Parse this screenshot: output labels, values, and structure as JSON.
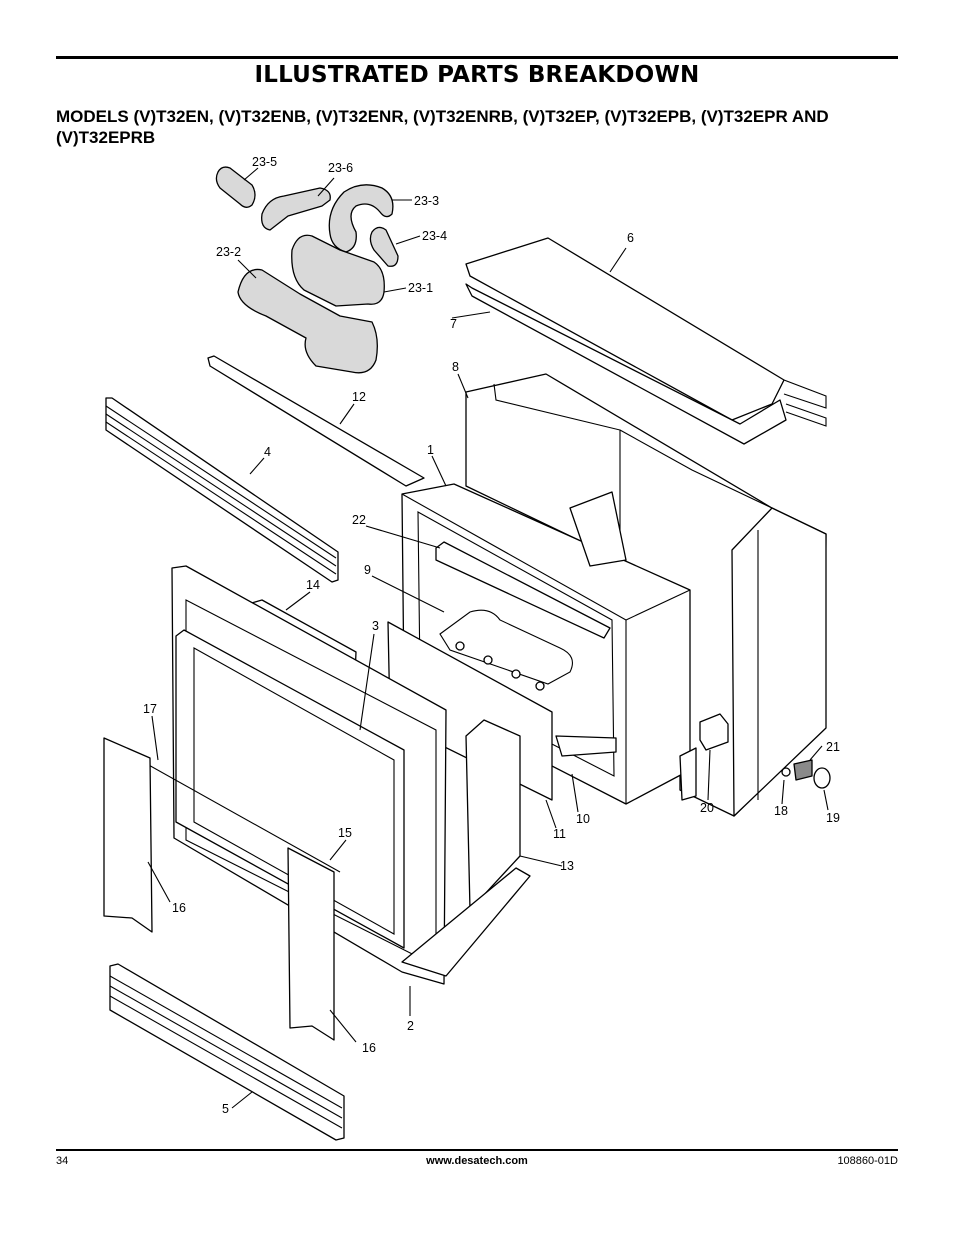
{
  "page": {
    "title": "ILLUSTRATED PARTS BREAKDOWN",
    "subtitle": "MODELS (V)T32EN, (V)T32ENB, (V)T32ENR, (V)T32ENRB, (V)T32EP, (V)T32EPB, (V)T32EPR AND (V)T32EPRB"
  },
  "diagram": {
    "callouts": [
      "23-5",
      "23-6",
      "23-3",
      "23-4",
      "23-2",
      "23-1",
      "6",
      "7",
      "8",
      "12",
      "4",
      "1",
      "22",
      "9",
      "14",
      "3",
      "17",
      "15",
      "16",
      "16",
      "2",
      "5",
      "11",
      "10",
      "13",
      "20",
      "18",
      "19",
      "21"
    ]
  },
  "footer": {
    "page_number": "34",
    "website": "www.desatech.com",
    "doc_number": "108860-01D"
  }
}
